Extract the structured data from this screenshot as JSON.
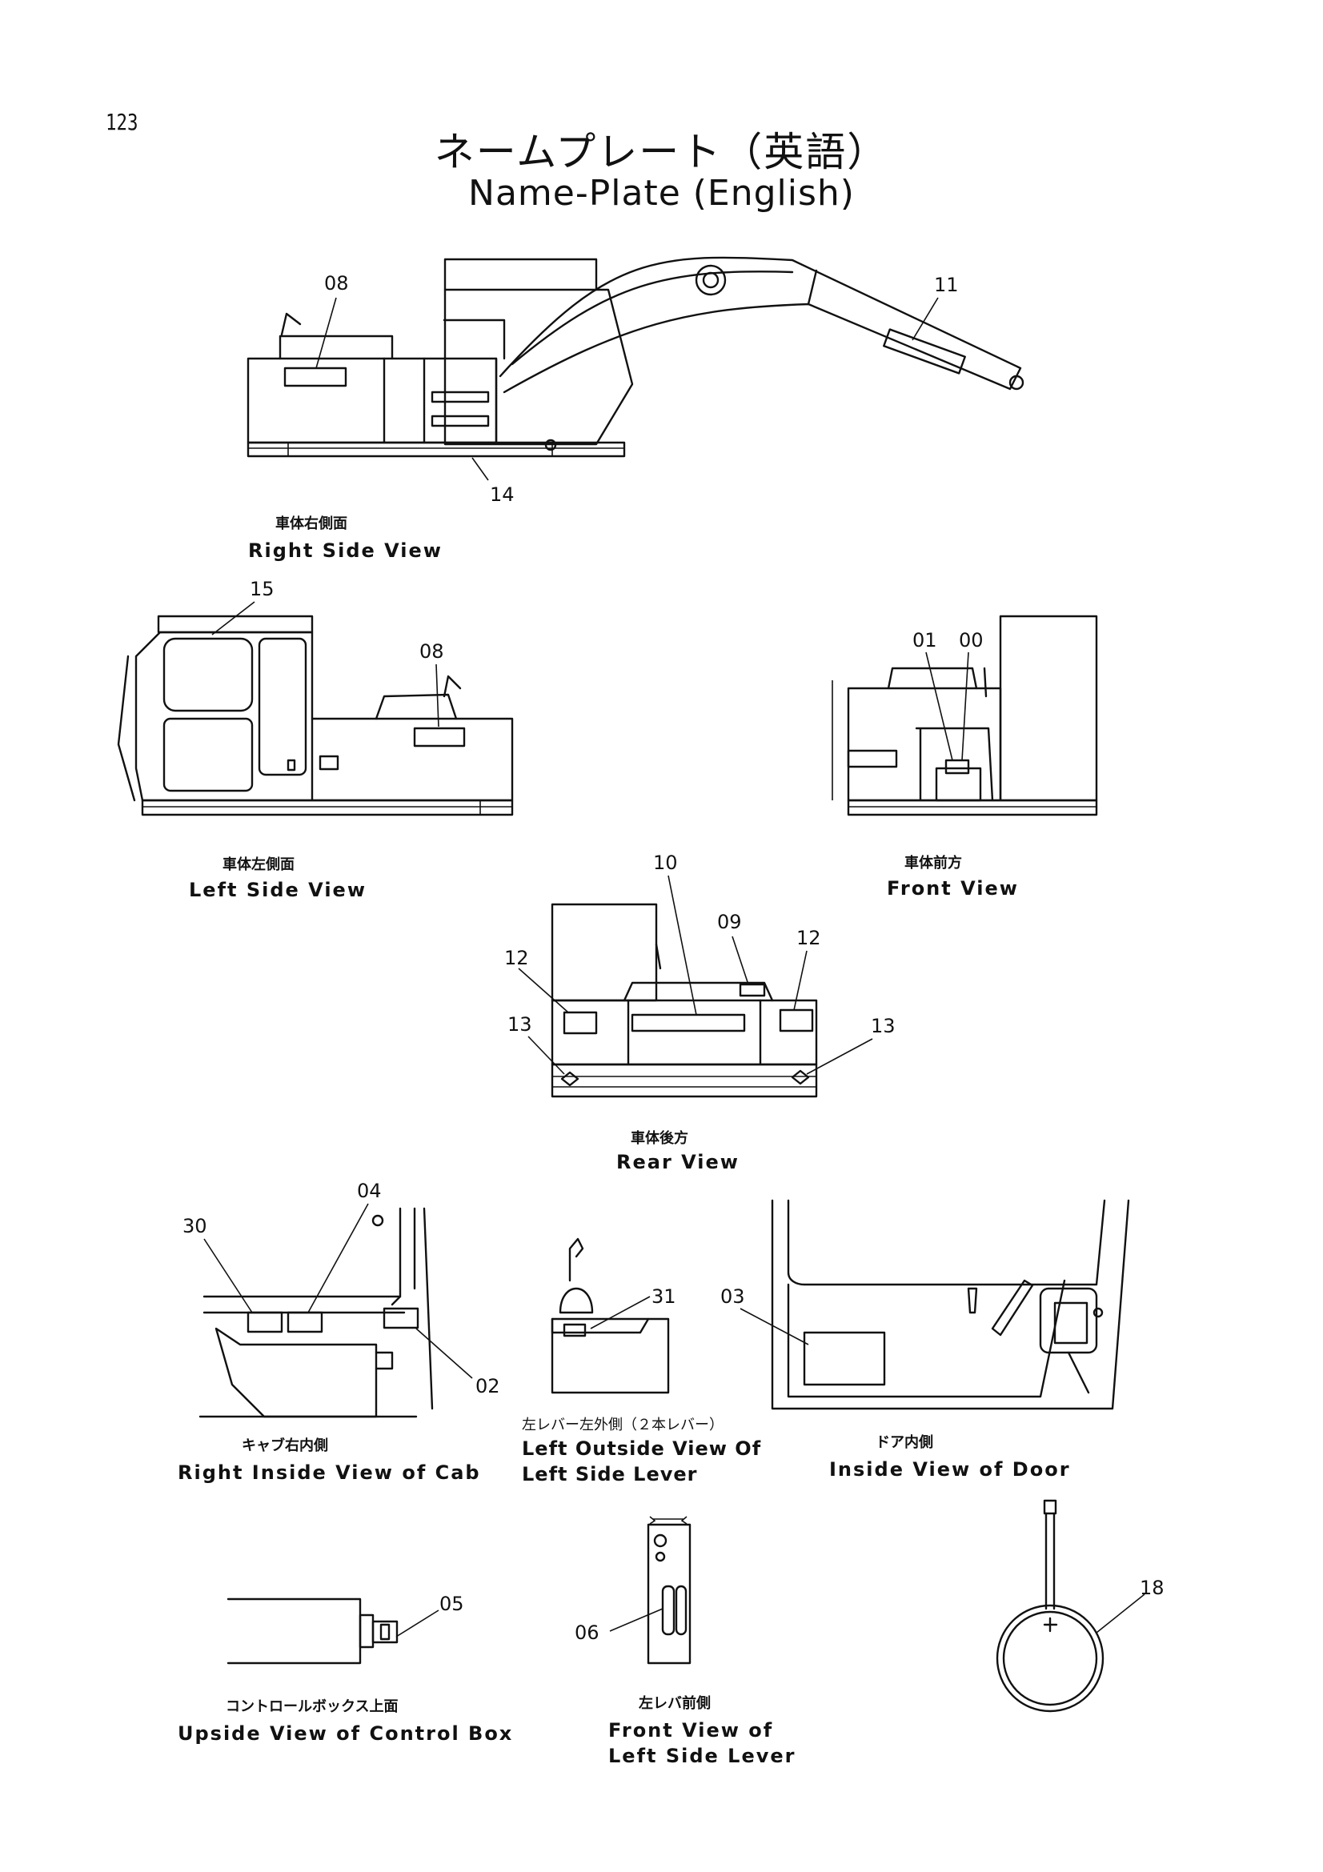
{
  "page_number": "123",
  "title_jp": "ネームプレート（英語）",
  "title_en": "Name-Plate (English)",
  "views": [
    {
      "id": "right_side",
      "caption_jp": "車体右側面",
      "caption_en": "Right Side View"
    },
    {
      "id": "left_side",
      "caption_jp": "車体左側面",
      "caption_en": "Left Side View"
    },
    {
      "id": "front",
      "caption_jp": "車体前方",
      "caption_en": "Front View"
    },
    {
      "id": "rear",
      "caption_jp": "車体後方",
      "caption_en": "Rear View"
    },
    {
      "id": "cab_right_inside",
      "caption_jp": "キャブ右内側",
      "caption_en": "Right Inside View of Cab"
    },
    {
      "id": "left_lever_outside",
      "caption_jp": "左レバー左外側（２本レバー）",
      "caption_en_line1": "Left Outside View Of",
      "caption_en_line2": "Left Side Lever"
    },
    {
      "id": "door_inside",
      "caption_jp": "ドア内側",
      "caption_en": "Inside View of Door"
    },
    {
      "id": "control_box_top",
      "caption_jp": "コントロールボックス上面",
      "caption_en": "Upside View of Control Box"
    },
    {
      "id": "left_lever_front",
      "caption_jp": "左レバ前側",
      "caption_en_line1": "Front View of",
      "caption_en_line2": "Left Side Lever"
    }
  ],
  "callouts": {
    "right_side": [
      "08",
      "11",
      "14"
    ],
    "left_side": [
      "15",
      "08"
    ],
    "front": [
      "01",
      "00"
    ],
    "rear": [
      "10",
      "09",
      "12",
      "12",
      "13",
      "13"
    ],
    "cab_right_inside": [
      "04",
      "30",
      "02"
    ],
    "left_lever_outside": [
      "31"
    ],
    "door_inside": [
      "03"
    ],
    "control_box_top": [
      "05"
    ],
    "left_lever_front": [
      "06"
    ],
    "extra": [
      "18"
    ]
  }
}
